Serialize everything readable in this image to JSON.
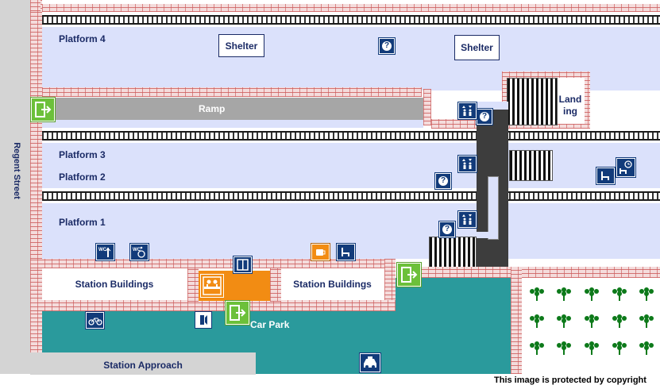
{
  "map": {
    "street": "Regent Street",
    "platforms": [
      "Platform 4",
      "Platform 3",
      "Platform 2",
      "Platform 1"
    ],
    "shelter_left": "Shelter",
    "shelter_right": "Shelter",
    "ramp": "Ramp",
    "landing_line1": "Land",
    "landing_line2": "ing",
    "station_buildings_left": "Station Buildings",
    "station_buildings_right": "Station Buildings",
    "car_park": "Car Park",
    "station_approach": "Station Approach",
    "copyright": "This image is protected by copyright",
    "help_symbol": "?",
    "wc_label": "WC"
  },
  "icons": [
    "exit-icon",
    "help-point-icon",
    "lift-icon",
    "waiting-room-icon",
    "seat-icon",
    "toilet-icon",
    "accessible-toilet-icon",
    "cafe-icon",
    "ticket-office-icon",
    "bicycle-icon",
    "telephone-icon",
    "taxi-icon",
    "tree-icon"
  ],
  "colors": {
    "platform": "#dbe1fb",
    "brick": "#f4dcdc",
    "car_park": "#2a9a9c",
    "ramp": "#a6a6a6",
    "exit": "#6cc03a",
    "icon": "#123b7a",
    "ticket_office": "#f28c13",
    "text": "#1b2b66"
  }
}
